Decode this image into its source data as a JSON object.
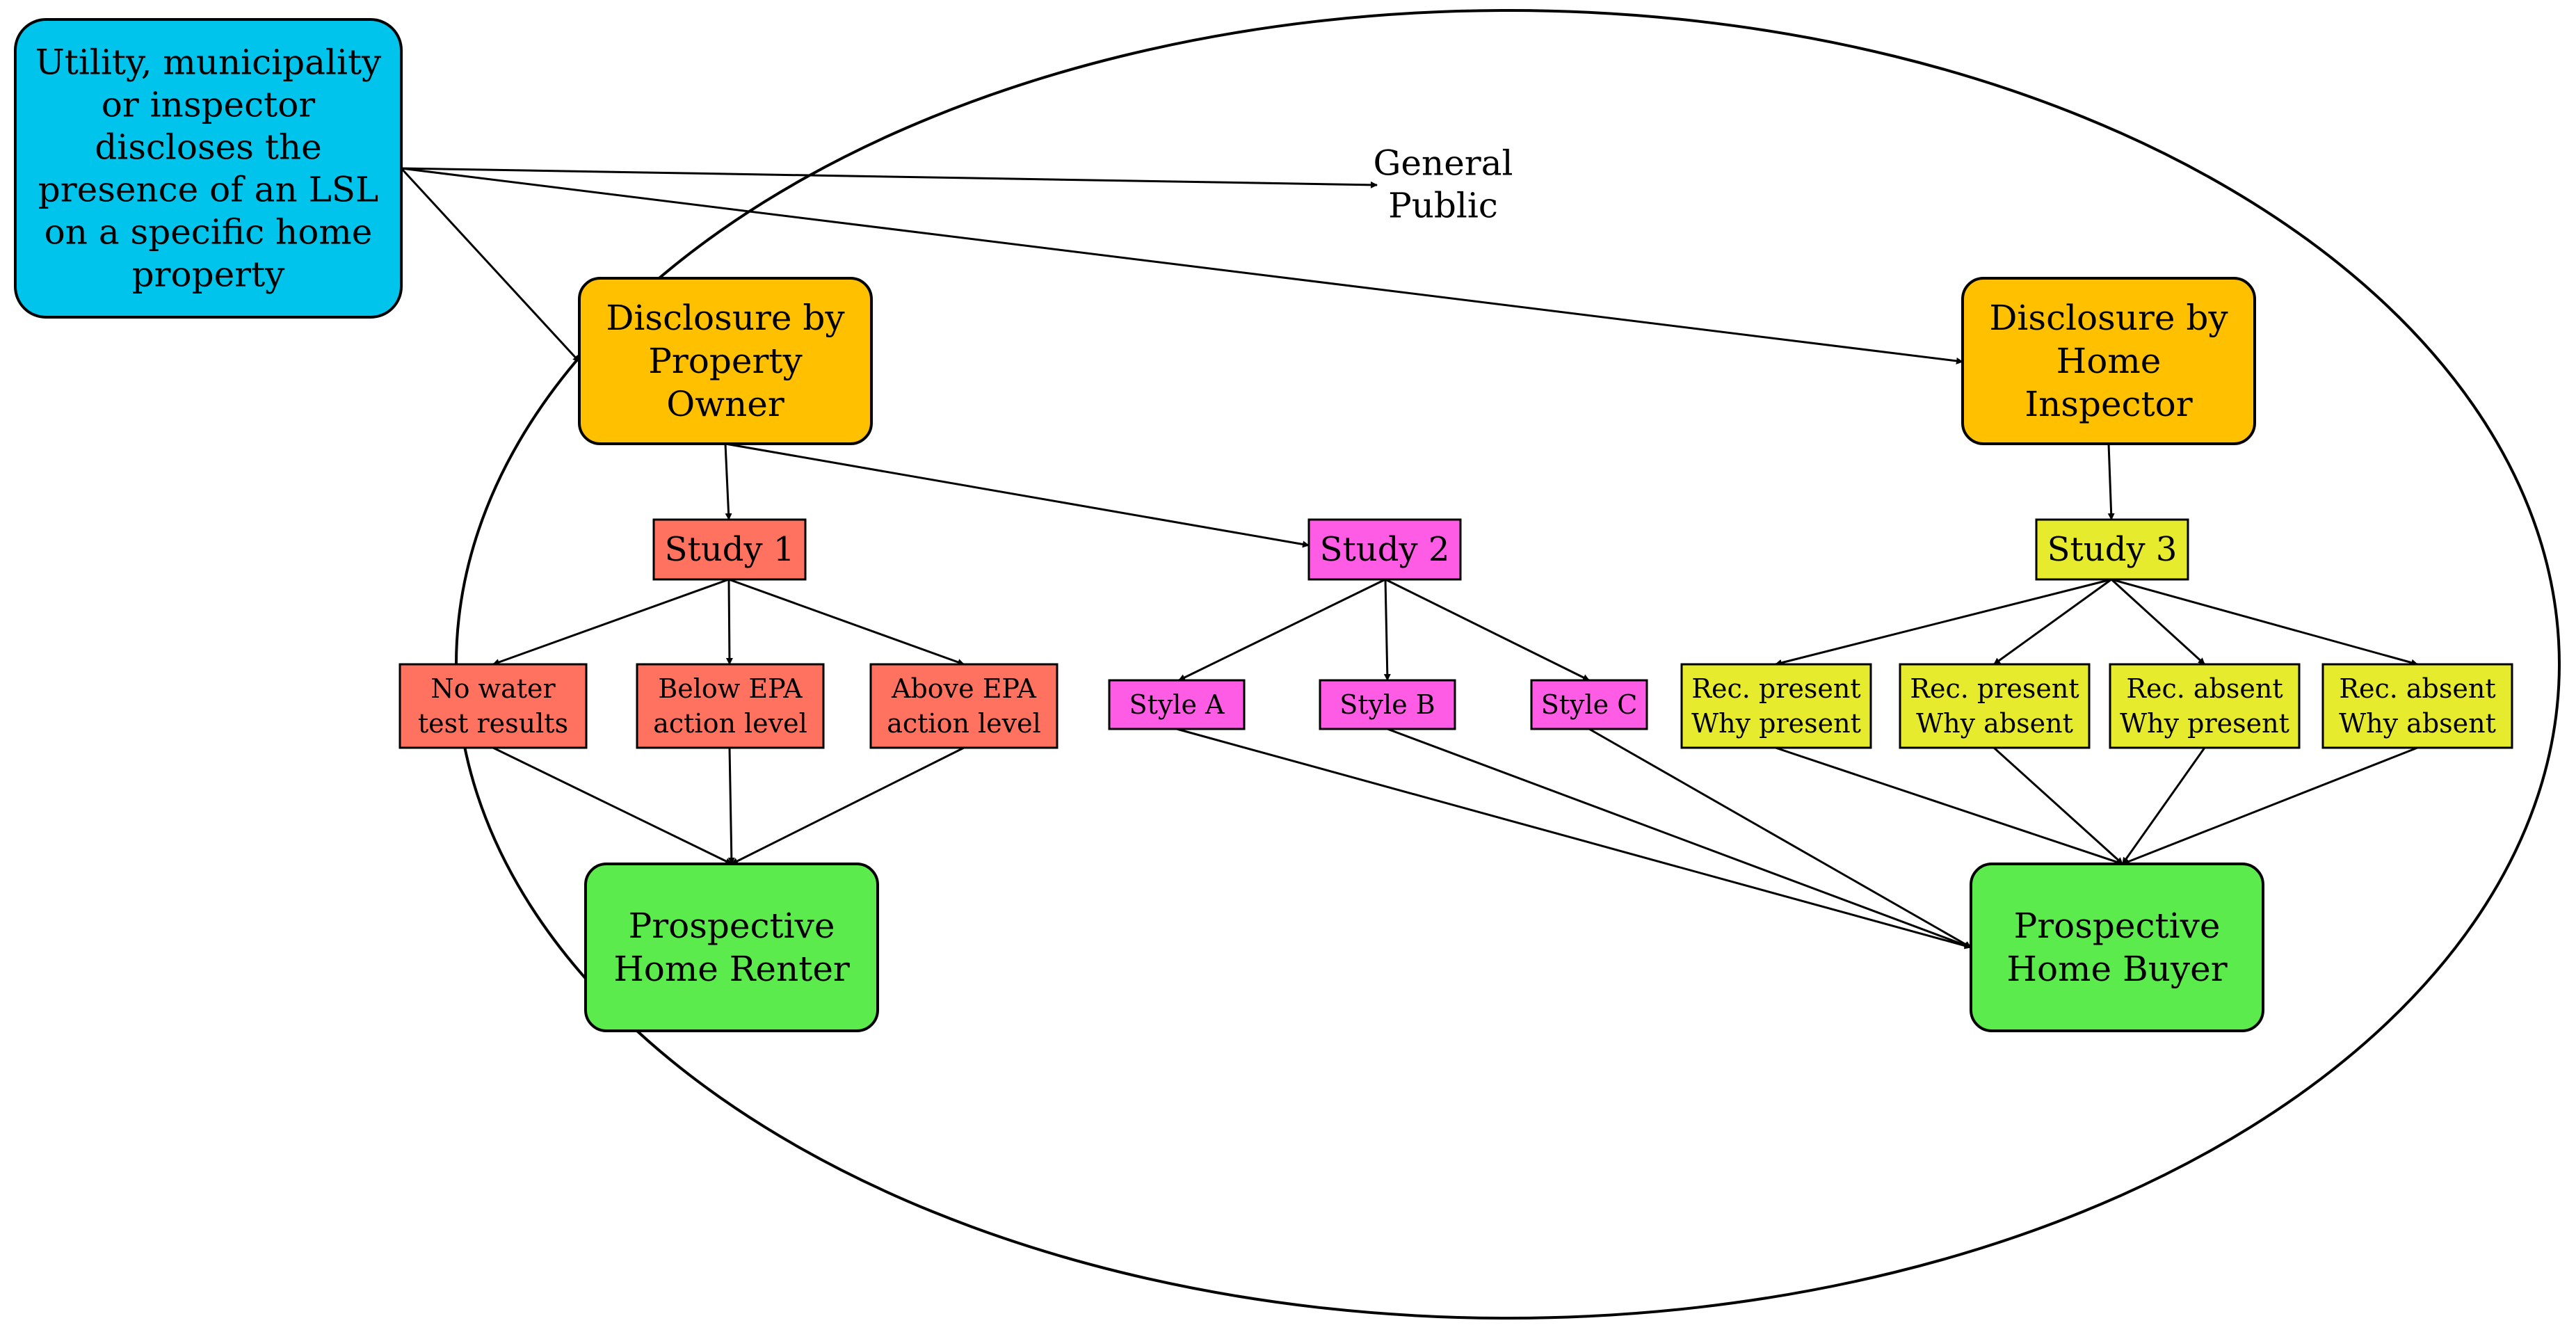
{
  "colors": {
    "source": "#00C4EB",
    "disclosure": "#FFC000",
    "study1": "#FF7260",
    "study2": "#FF5CE6",
    "study3": "#E6EB2E",
    "audience": "#5CEB4C",
    "stroke": "#000000"
  },
  "nodes": [
    {
      "id": "source",
      "name": "source-box",
      "color": "source",
      "lines": [
        "Utility, municipality",
        "or inspector",
        "discloses the",
        "presence of an LSL",
        "on a specific home",
        "property"
      ]
    },
    {
      "id": "public",
      "name": "general-public-label",
      "color": null,
      "lines": [
        "General",
        "Public"
      ]
    },
    {
      "id": "owner",
      "name": "disclosure-owner-box",
      "color": "disclosure",
      "lines": [
        "Disclosure by",
        "Property",
        "Owner"
      ]
    },
    {
      "id": "inspector",
      "name": "disclosure-inspector-box",
      "color": "disclosure",
      "lines": [
        "Disclosure by",
        "Home",
        "Inspector"
      ]
    },
    {
      "id": "study1",
      "name": "study-1-box",
      "color": "study1",
      "lines": [
        "Study 1"
      ]
    },
    {
      "id": "study2",
      "name": "study-2-box",
      "color": "study2",
      "lines": [
        "Study 2"
      ]
    },
    {
      "id": "study3",
      "name": "study-3-box",
      "color": "study3",
      "lines": [
        "Study 3"
      ]
    },
    {
      "id": "s1a",
      "name": "no-water-test-box",
      "color": "study1",
      "lines": [
        "No water",
        "test results"
      ]
    },
    {
      "id": "s1b",
      "name": "below-epa-box",
      "color": "study1",
      "lines": [
        "Below EPA",
        "action level"
      ]
    },
    {
      "id": "s1c",
      "name": "above-epa-box",
      "color": "study1",
      "lines": [
        "Above EPA",
        "action level"
      ]
    },
    {
      "id": "s2a",
      "name": "style-a-box",
      "color": "study2",
      "lines": [
        "Style A"
      ]
    },
    {
      "id": "s2b",
      "name": "style-b-box",
      "color": "study2",
      "lines": [
        "Style B"
      ]
    },
    {
      "id": "s2c",
      "name": "style-c-box",
      "color": "study2",
      "lines": [
        "Style C"
      ]
    },
    {
      "id": "s3a",
      "name": "rec-present-why-present-box",
      "color": "study3",
      "lines": [
        "Rec. present",
        "Why present"
      ]
    },
    {
      "id": "s3b",
      "name": "rec-present-why-absent-box",
      "color": "study3",
      "lines": [
        "Rec. present",
        "Why absent"
      ]
    },
    {
      "id": "s3c",
      "name": "rec-absent-why-present-box",
      "color": "study3",
      "lines": [
        "Rec. absent",
        "Why present"
      ]
    },
    {
      "id": "s3d",
      "name": "rec-absent-why-absent-box",
      "color": "study3",
      "lines": [
        "Rec. absent",
        "Why absent"
      ]
    },
    {
      "id": "renter",
      "name": "home-renter-box",
      "color": "audience",
      "lines": [
        "Prospective",
        "Home Renter"
      ]
    },
    {
      "id": "buyer",
      "name": "home-buyer-box",
      "color": "audience",
      "lines": [
        "Prospective",
        "Home Buyer"
      ]
    }
  ],
  "edges": [
    [
      "source",
      "public"
    ],
    [
      "source",
      "owner"
    ],
    [
      "source",
      "inspector"
    ],
    [
      "owner",
      "study1"
    ],
    [
      "owner",
      "study2"
    ],
    [
      "inspector",
      "study3"
    ],
    [
      "study1",
      "s1a"
    ],
    [
      "study1",
      "s1b"
    ],
    [
      "study1",
      "s1c"
    ],
    [
      "study2",
      "s2a"
    ],
    [
      "study2",
      "s2b"
    ],
    [
      "study2",
      "s2c"
    ],
    [
      "study3",
      "s3a"
    ],
    [
      "study3",
      "s3b"
    ],
    [
      "study3",
      "s3c"
    ],
    [
      "study3",
      "s3d"
    ],
    [
      "s1a",
      "renter"
    ],
    [
      "s1b",
      "renter"
    ],
    [
      "s1c",
      "renter"
    ],
    [
      "s2a",
      "buyer"
    ],
    [
      "s2b",
      "buyer"
    ],
    [
      "s2c",
      "buyer"
    ],
    [
      "s3a",
      "buyer"
    ],
    [
      "s3b",
      "buyer"
    ],
    [
      "s3c",
      "buyer"
    ],
    [
      "s3d",
      "buyer"
    ]
  ]
}
